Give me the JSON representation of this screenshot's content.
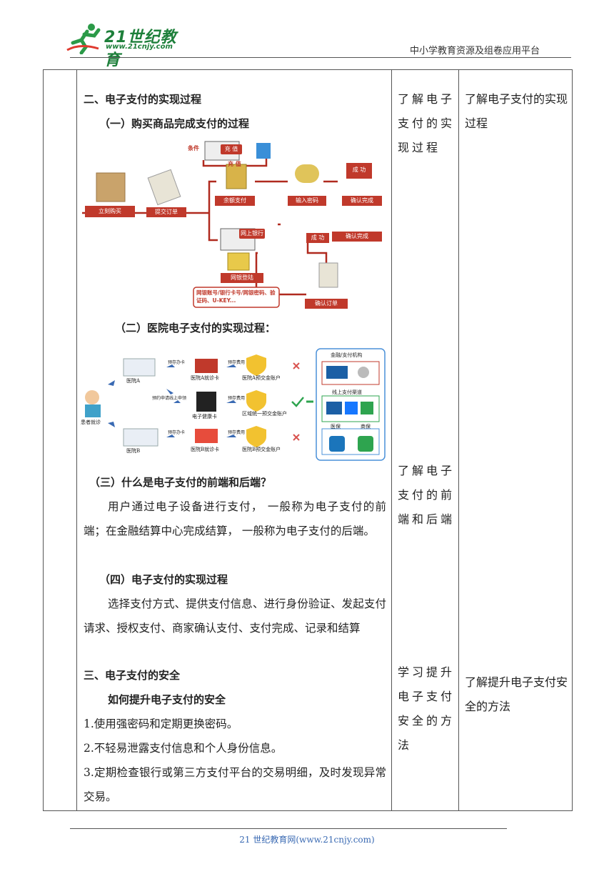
{
  "header": {
    "logo_text": "21世纪教育",
    "logo_sub": "www.21cnjy.com",
    "right_text": "中小学教育资源及组卷应用平台"
  },
  "content": {
    "sec2_title": "二、电子支付的实现过程",
    "sub1": "（一）购买商品完成支付的过程",
    "sub2": "（二）医院电子支付的实现过程：",
    "sub3": "（三）什么是电子支付的前端和后端？",
    "para3": "用户通过电子设备进行支付， 一般称为电子支付的前端；在金融结算中心完成结算， 一般称为电子支付的后端。",
    "sub4": "（四）电子支付的实现过程",
    "para4": "选择支付方式、提供支付信息、进行身份验证、发起支付请求、授权支付、商家确认支付、支付完成、记录和结算",
    "sec3_title": "三、电子支付的安全",
    "sec3_sub": "如何提升电子支付的安全",
    "item1": "1.使用强密码和定期更换密码。",
    "item2": "2.不轻易泄露支付信息和个人身份信息。",
    "item3": "3.定期检查银行或第三方支付平台的交易明细，及时发现异常交易。"
  },
  "col3": {
    "c1": "了解电子支付的实现过程",
    "c2": "了解电子支付的前端和后端",
    "c3": "学习提升电子支付安全的方法"
  },
  "col4": {
    "c1": "了解电子支付的实现过程",
    "c3": "了解提升电子支付安全的方法"
  },
  "fig1": {
    "labels": [
      "立刻购买",
      "提交订单",
      "余额支付",
      "输入密码",
      "确认完成",
      "网上银行",
      "网银登陆",
      "确认订单",
      "成 功",
      "确认完成",
      "成 功",
      "条件",
      "充 值",
      "充 值",
      "网银账号/银行卡号/网银密码、验证码、U-KEY..."
    ]
  },
  "fig2": {
    "labels": [
      "医院A",
      "医院A就诊卡",
      "医院A预交金账户",
      "患者就诊",
      "电子健康卡",
      "区域统一预交金账户",
      "医院B",
      "医院B就诊卡",
      "医院B预交金账户",
      "金融/支付机构",
      "线上支付渠道",
      "医保",
      "商保",
      "预存办卡",
      "预存费用",
      "预存办卡",
      "预存费用",
      "预约申请线上申领",
      "预存费用"
    ]
  },
  "footer": {
    "text": "21 世纪教育网(www.21cnjy.com)"
  }
}
